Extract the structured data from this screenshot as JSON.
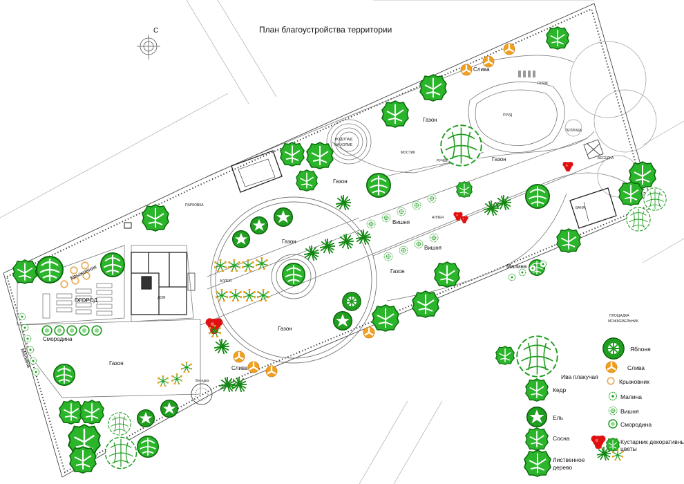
{
  "title": "План благоустройства территории",
  "north": "С",
  "labels": {
    "gazon": "Газон",
    "sliva": "Слива",
    "vishnya": "Вишня",
    "malina": "Малина",
    "smorodina": "Смородина",
    "kryzhovnik": "Крыжовник",
    "ogorod": "ОГОРОД",
    "dom": "ДОМ",
    "vodopad": "ВОДОПАД НА ХОЛМЕ",
    "prud": "ПРУД",
    "plyazh": "ПЛЯЖ",
    "ruchey": "РУЧЕЙ",
    "mostik": "МОСТИК",
    "besedka": "БЕСЕДКА",
    "banya": "БАНЯ",
    "allea": "АЛЛЕЯ",
    "parkovka": "ПАРКОВКА",
    "teplitsa": "ТЕПЛИЦА",
    "ploshchadka": "ПЛОЩАДКА",
    "mozhzhevelnik": "МОЖЖЕВЕЛЬНИК",
    "besedka_small": "Беседка"
  },
  "legend": {
    "iva": "Ива плакучая",
    "kedr": "Кедр",
    "el": "Ель",
    "sosna": "Сосна",
    "listvennoe": "Лиственное",
    "derevo": "дерево",
    "yablonya": "Яблоня",
    "sliva": "Слива",
    "kryzhovnik": "Крыжовник",
    "malina": "Малина",
    "vishnya": "Вишня",
    "smorodina": "Смородина",
    "kustarnik": "Кустарник декоративный,",
    "tsvety": "цветы"
  },
  "colors": {
    "tree_green": "#1f9e1f",
    "dark_green": "#0c6b0c",
    "sliva": "#f0a020",
    "kryzhovnik": "#e8c070",
    "flower_red": "#e01010",
    "line": "#555555"
  }
}
